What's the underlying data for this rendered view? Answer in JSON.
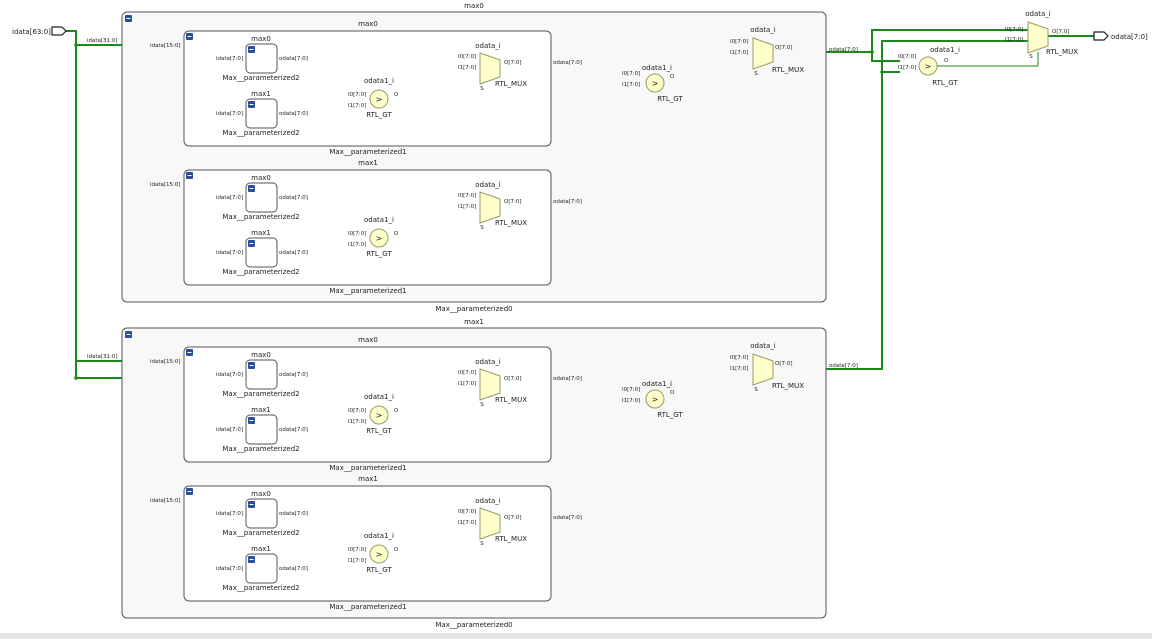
{
  "top_ports": {
    "input": "idata[63:0]",
    "output": "odata[7:0]"
  },
  "labels": {
    "max0": "max0",
    "max1": "max1",
    "max_param0": "Max__parameterized0",
    "max_param1": "Max__parameterized1",
    "max_param2": "Max__parameterized2",
    "idata31": "idata[31:0]",
    "idata15": "idata[15:0]",
    "idata7": "idata[7:0]",
    "odata7": "odata[7:0]",
    "i0": "I0[7:0]",
    "i1": "I1[7:0]",
    "o_bus": "O[7:0]",
    "o": "O",
    "s": "S",
    "odata_i": "odata_i",
    "odata1_i": "odata1_i",
    "rtl_mux": "RTL_MUX",
    "rtl_gt": "RTL_GT",
    "gt_symbol": ">"
  },
  "colors": {
    "wire": "#1a8a1a",
    "cell_fill": "#ffffcc",
    "cell_stroke": "#999966",
    "box_stroke": "#555555",
    "box_fill": "#f8f8f8",
    "collapse_btn": "#2a4f9a"
  }
}
